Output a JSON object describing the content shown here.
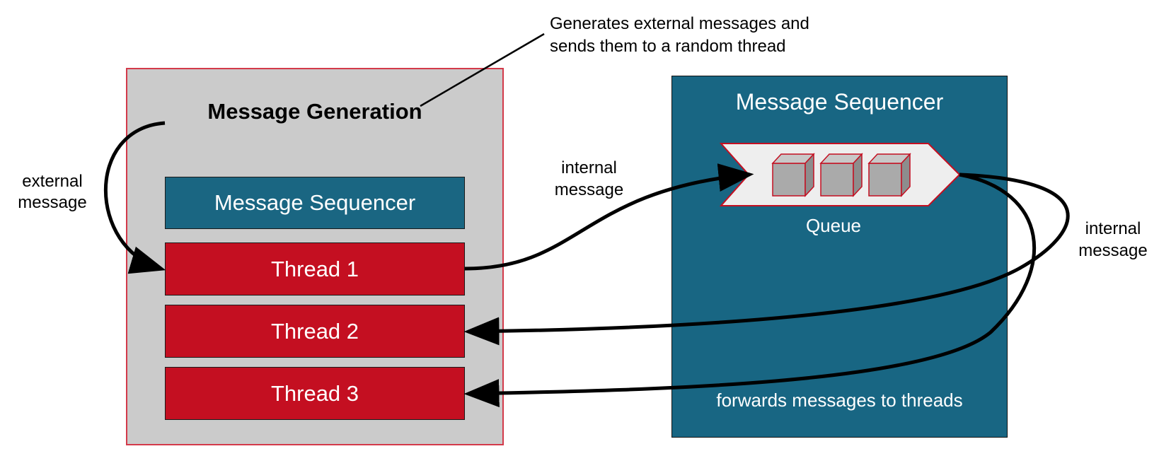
{
  "annotation": {
    "line1": "Generates external messages and",
    "line2": "sends them to a random thread"
  },
  "generation": {
    "title": "Message Generation",
    "sequencer_label": "Message Sequencer",
    "threads": [
      "Thread 1",
      "Thread 2",
      "Thread 3"
    ]
  },
  "sequencer": {
    "title": "Message Sequencer",
    "queue_label": "Queue",
    "description": "forwards messages to threads"
  },
  "labels": {
    "external": [
      "external",
      "message"
    ],
    "internal_in": [
      "internal",
      "message"
    ],
    "internal_out": [
      "internal",
      "message"
    ]
  },
  "colors": {
    "generation_bg": "#cbcbcb",
    "generation_border": "#d33a4a",
    "sequencer_bg": "#186683",
    "thread_bg": "#c40f21",
    "queue_bg": "#eeeeee",
    "queue_border": "#c40f21",
    "cube": "#aaaaaa"
  }
}
